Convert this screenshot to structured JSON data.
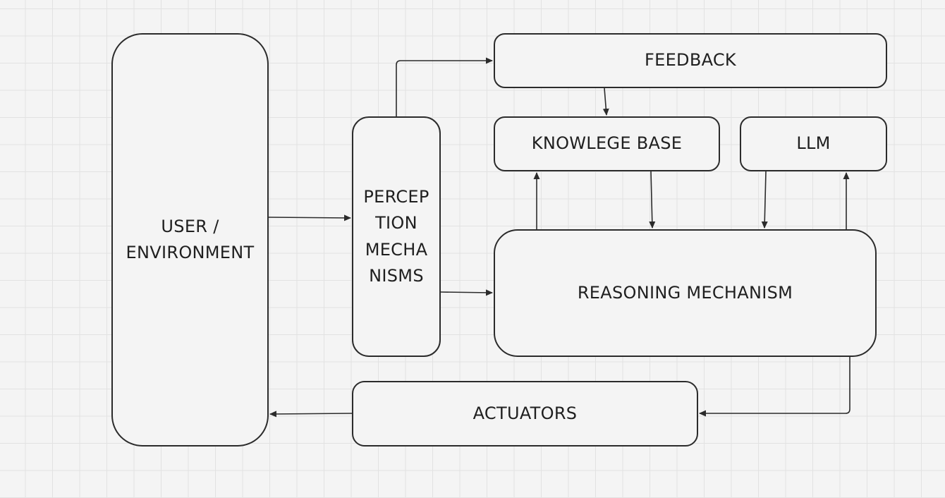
{
  "nodes": {
    "user_environment": {
      "lines": [
        "USER /",
        "ENVIRONMENT"
      ]
    },
    "perception": {
      "lines": [
        "PERCEP",
        "TION",
        "MECHA",
        "NISMS"
      ]
    },
    "feedback": {
      "label": "FEEDBACK"
    },
    "knowledge_base": {
      "label": "KNOWLEGE BASE"
    },
    "llm": {
      "label": "LLM"
    },
    "reasoning": {
      "label": "REASONING MECHANISM"
    },
    "actuators": {
      "label": "ACTUATORS"
    }
  },
  "colors": {
    "stroke": "#2b2b2b",
    "background": "#f4f4f4",
    "grid": "#e2e2e2"
  }
}
